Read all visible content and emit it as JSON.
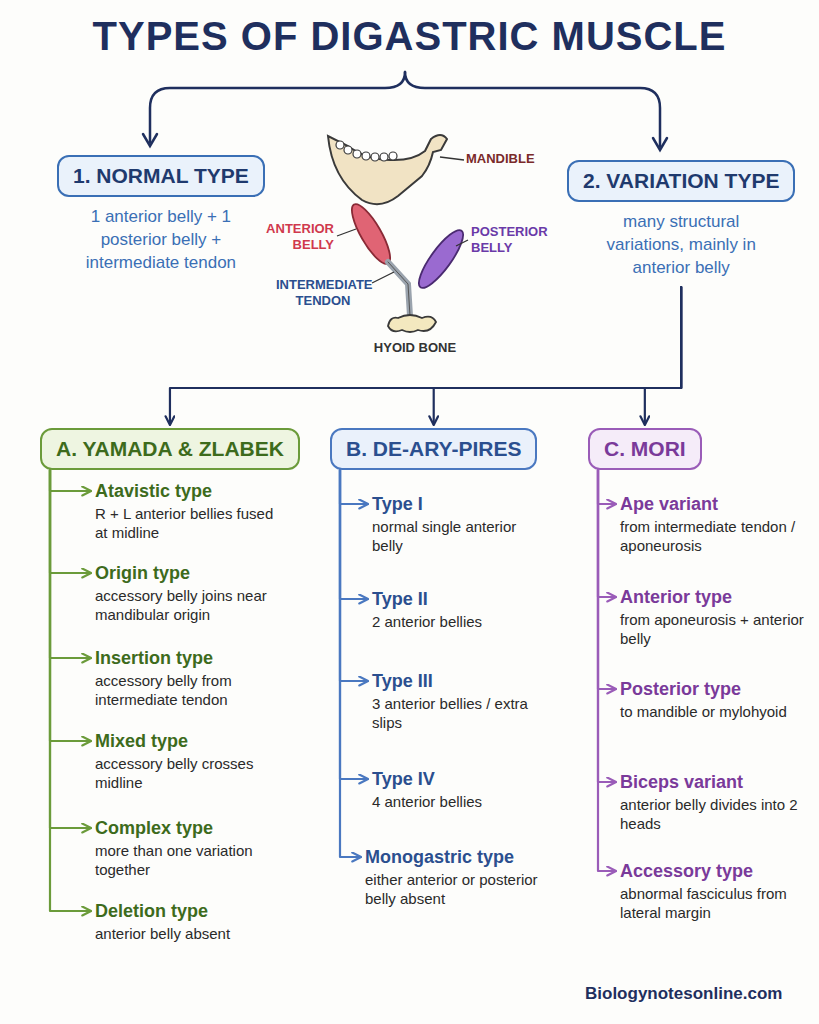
{
  "diagram": {
    "title": "TYPES OF DIGASTRIC MUSCLE",
    "nodes": [
      {
        "text": [
          "1. NORMAL TYPE",
          "1 anterior belly + 1 posterior belly + intermediate tendon"
        ]
      },
      {
        "text": [
          "2. VARIATION TYPE",
          "many structural variations, mainly in anterior belly"
        ]
      },
      {
        "text": [
          "A. YAMADA & ZLABEK"
        ]
      },
      {
        "text": [
          "Atavistic type",
          "R + L anterior bellies fused at midline"
        ]
      },
      {
        "text": [
          "Origin type",
          "accessory belly joins near mandibular origin"
        ]
      },
      {
        "text": [
          "Insertion type",
          "accessory belly from intermediate tendon"
        ]
      },
      {
        "text": [
          "Mixed type",
          "accessory belly crosses midline"
        ]
      },
      {
        "text": [
          "Complex type",
          "more than one variation together"
        ]
      },
      {
        "text": [
          "Deletion type",
          "anterior belly absent"
        ]
      },
      {
        "text": [
          "B. DE-ARY-PIRES"
        ]
      },
      {
        "text": [
          "Type I",
          "normal single anterior belly"
        ]
      },
      {
        "text": [
          "Type II",
          "2 anterior bellies"
        ]
      },
      {
        "text": [
          "Type III",
          "3 anterior bellies / extra slips"
        ]
      },
      {
        "text": [
          "Type IV",
          "4 anterior bellies"
        ]
      },
      {
        "text": [
          "Monogastric type",
          "either anterior or posterior belly absent"
        ]
      },
      {
        "text": [
          "C. MORI"
        ]
      },
      {
        "text": [
          "Ape variant",
          "from intermediate tendon / aponeurosis"
        ]
      },
      {
        "text": [
          "Anterior type",
          "from aponeurosis + anterior belly"
        ]
      },
      {
        "text": [
          "Posterior type",
          "to mandible or mylohyoid"
        ]
      },
      {
        "text": [
          "Biceps variant",
          "anterior belly divides into 2 heads"
        ]
      },
      {
        "text": [
          "Accessory type",
          "abnormal fasciculus from lateral margin"
        ]
      }
    ],
    "edges": [
      {
        "from": 1,
        "to": 2,
        "arrow": "to"
      },
      {
        "from": 1,
        "to": 9,
        "arrow": "to"
      },
      {
        "from": 1,
        "to": 15,
        "arrow": "to"
      },
      {
        "from": 2,
        "to": 3,
        "arrow": "to"
      },
      {
        "from": 2,
        "to": 4,
        "arrow": "to"
      },
      {
        "from": 2,
        "to": 5,
        "arrow": "to"
      },
      {
        "from": 2,
        "to": 6,
        "arrow": "to"
      },
      {
        "from": 2,
        "to": 7,
        "arrow": "to"
      },
      {
        "from": 2,
        "to": 8,
        "arrow": "to"
      },
      {
        "from": 9,
        "to": 10,
        "arrow": "to"
      },
      {
        "from": 9,
        "to": 11,
        "arrow": "to"
      },
      {
        "from": 9,
        "to": 12,
        "arrow": "to"
      },
      {
        "from": 9,
        "to": 13,
        "arrow": "to"
      },
      {
        "from": 9,
        "to": 14,
        "arrow": "to"
      },
      {
        "from": 15,
        "to": 16,
        "arrow": "to"
      },
      {
        "from": 15,
        "to": 17,
        "arrow": "to"
      },
      {
        "from": 15,
        "to": 18,
        "arrow": "to"
      },
      {
        "from": 15,
        "to": 19,
        "arrow": "to"
      },
      {
        "from": 15,
        "to": 20,
        "arrow": "to"
      }
    ],
    "labels": [
      "MANDIBLE",
      "ANTERIOR BELLY",
      "POSTERIOR BELLY",
      "INTERMEDIATE TENDON",
      "HYOID BONE",
      "Biologynotesonline.com"
    ]
  }
}
